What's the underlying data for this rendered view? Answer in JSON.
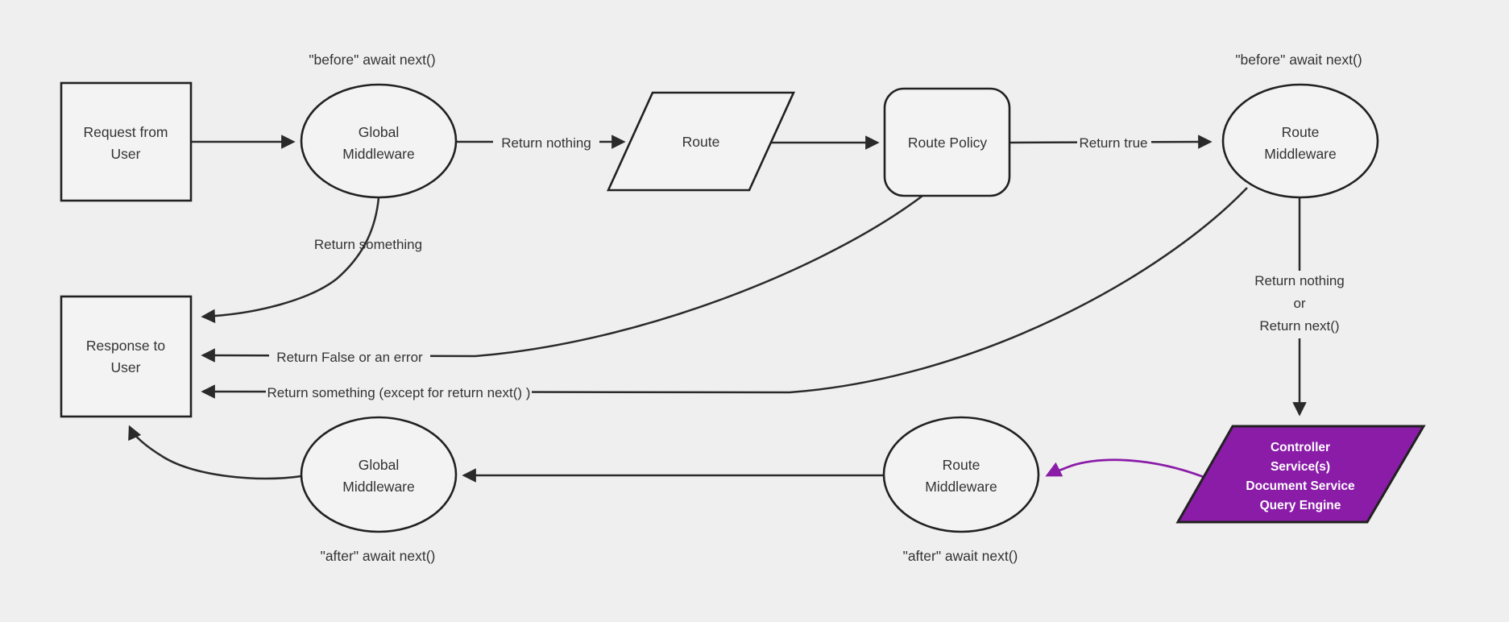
{
  "colors": {
    "background": "#efefef",
    "node_fill": "#f3f3f3",
    "node_stroke": "#212121",
    "edge": "#2a2a2a",
    "text": "#333333",
    "purple": "#8a1ca8",
    "purple_text": "#ffffff"
  },
  "nodes": {
    "request": {
      "lines": [
        "Request from",
        "User"
      ]
    },
    "global_middleware_top": {
      "lines": [
        "Global",
        "Middleware"
      ]
    },
    "route": {
      "lines": [
        "Route"
      ]
    },
    "route_policy": {
      "lines": [
        "Route Policy"
      ]
    },
    "route_middleware_top": {
      "lines": [
        "Route",
        "Middleware"
      ]
    },
    "response": {
      "lines": [
        "Response to",
        "User"
      ]
    },
    "global_middleware_bottom": {
      "lines": [
        "Global",
        "Middleware"
      ]
    },
    "route_middleware_bottom": {
      "lines": [
        "Route",
        "Middleware"
      ]
    },
    "controller": {
      "lines": [
        "Controller",
        "Service(s)",
        "Document Service",
        "Query Engine"
      ]
    }
  },
  "labels": {
    "before_await_left": "\"before\" await next()",
    "before_await_right": "\"before\" await next()",
    "after_await_left": "\"after\" await next()",
    "after_await_right": "\"after\" await next()",
    "return_nothing": "Return nothing",
    "return_true": "Return true",
    "return_something": "Return something",
    "return_false_or_error": "Return False or an error",
    "return_something_except": "Return something (except for return next() )",
    "return_nothing_or": {
      "lines": [
        "Return nothing",
        "or",
        "Return next()"
      ]
    }
  }
}
